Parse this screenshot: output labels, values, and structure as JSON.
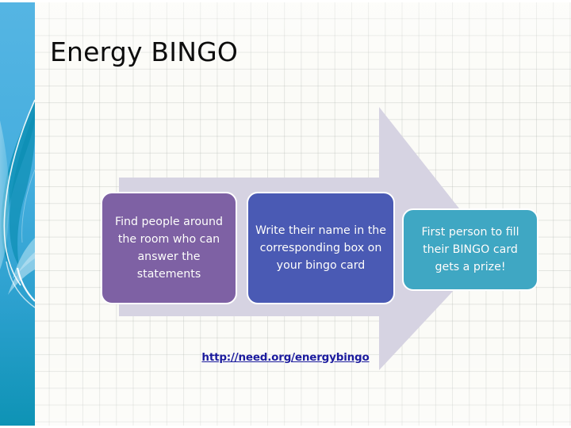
{
  "slide": {
    "title": "Energy BINGO",
    "background_color": "#FBFBF7",
    "grid_line_color": "#AAB0AA"
  },
  "sidebar": {
    "name": "decorative-blue-band",
    "gradient_top_color": "#55B5E3",
    "gradient_bottom_color": "#0E93B5",
    "swirl_dark_color": "#0E8FB4",
    "swirl_light_color": "#8FD3EC",
    "highlight_color": "#FFFFFF"
  },
  "arrow": {
    "name": "process-arrow",
    "direction": "right",
    "fill_color": "#D6D3E2"
  },
  "process": {
    "steps": [
      {
        "id": "step-1",
        "text": "Find people around the room who can answer the statements",
        "color": "#7E61A4"
      },
      {
        "id": "step-2",
        "text": "Write their name in the corresponding box on your bingo card",
        "color": "#4A5AB4"
      },
      {
        "id": "step-3",
        "text": "First person to fill their BINGO card gets a prize!",
        "color": "#3FA7C3"
      }
    ]
  },
  "link": {
    "label": "http://need.org/energybingo",
    "color": "#1B1B9E"
  }
}
